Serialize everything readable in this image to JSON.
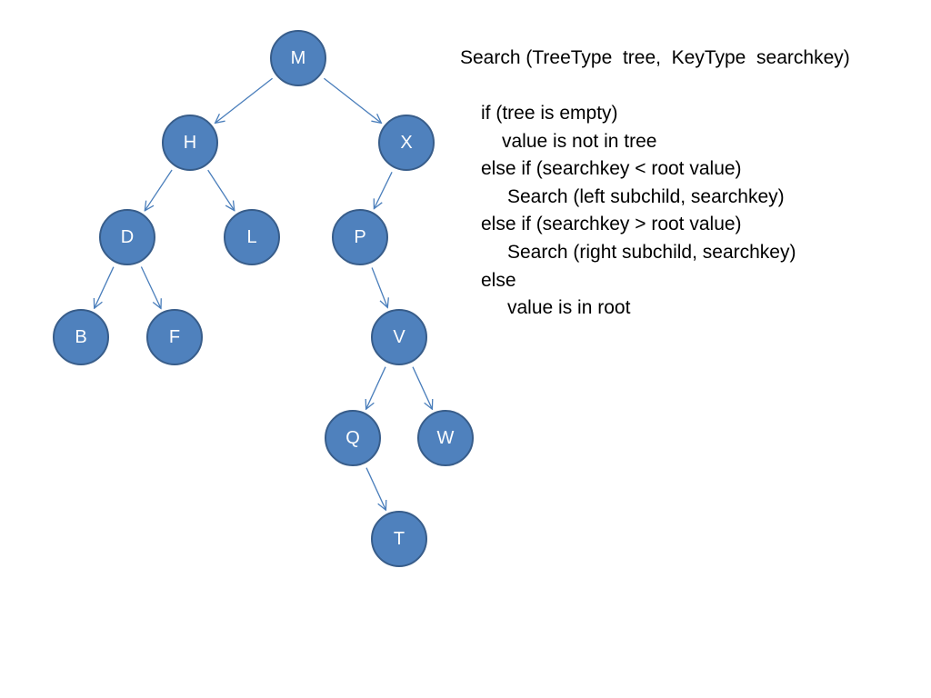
{
  "diagram": {
    "node_color": "#4f81bd",
    "node_stroke": "#385d8a",
    "edge_color": "#4a7ebb",
    "label_color": "#ffffff",
    "nodes": [
      {
        "id": "M",
        "label": "M"
      },
      {
        "id": "H",
        "label": "H"
      },
      {
        "id": "X",
        "label": "X"
      },
      {
        "id": "D",
        "label": "D"
      },
      {
        "id": "L",
        "label": "L"
      },
      {
        "id": "P",
        "label": "P"
      },
      {
        "id": "B",
        "label": "B"
      },
      {
        "id": "F",
        "label": "F"
      },
      {
        "id": "V",
        "label": "V"
      },
      {
        "id": "Q",
        "label": "Q"
      },
      {
        "id": "W",
        "label": "W"
      },
      {
        "id": "T",
        "label": "T"
      }
    ],
    "edges": [
      {
        "from": "M",
        "to": "H"
      },
      {
        "from": "M",
        "to": "X"
      },
      {
        "from": "H",
        "to": "D"
      },
      {
        "from": "H",
        "to": "L"
      },
      {
        "from": "X",
        "to": "P"
      },
      {
        "from": "D",
        "to": "B"
      },
      {
        "from": "D",
        "to": "F"
      },
      {
        "from": "P",
        "to": "V"
      },
      {
        "from": "V",
        "to": "Q"
      },
      {
        "from": "V",
        "to": "W"
      },
      {
        "from": "Q",
        "to": "T"
      }
    ]
  },
  "pseudocode": {
    "title": "Search (TreeType  tree,  KeyType  searchkey)",
    "lines": [
      "if (tree is empty)",
      "value is not in tree",
      "else if (searchkey < root value)",
      "Search (left subchild, searchkey)",
      "else if (searchkey > root value)",
      "Search (right subchild, searchkey)",
      "else",
      "value is in root"
    ]
  }
}
